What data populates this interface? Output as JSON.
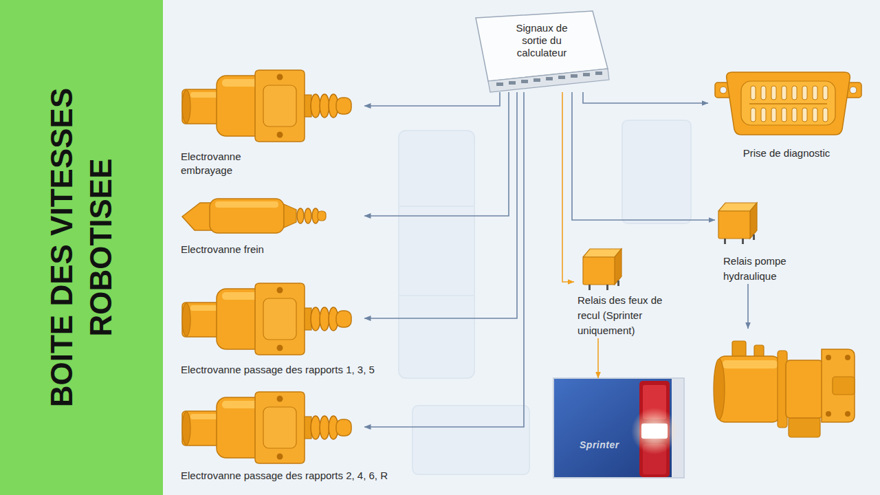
{
  "diagram": {
    "title": "BOITE DES VITESSES ROBOTISEE",
    "nodes": [
      {
        "text": [
          "Signaux de sortie du calculateur"
        ]
      },
      {
        "text": [
          "Electrovanne embrayage"
        ]
      },
      {
        "text": [
          "Prise de diagnostic"
        ]
      },
      {
        "text": [
          "Electrovanne frein"
        ]
      },
      {
        "text": [
          "Relais pompe hydraulique"
        ]
      },
      {
        "text": [
          "Relais des feux de recul (Sprinter uniquement)"
        ]
      },
      {
        "text": [
          "Electrovanne passage des rapports 1, 3, 5"
        ]
      },
      {
        "text": []
      },
      {
        "text": [
          "Sprinter"
        ]
      },
      {
        "text": [
          "Electrovanne passage des rapports 2, 4, 6, R"
        ]
      }
    ],
    "edges": [
      {
        "from": 0,
        "to": 1,
        "arrow": "to"
      },
      {
        "from": 0,
        "to": 2,
        "arrow": "to"
      },
      {
        "from": 0,
        "to": 3,
        "arrow": "to"
      },
      {
        "from": 0,
        "to": 4,
        "arrow": "to"
      },
      {
        "from": 0,
        "to": 5,
        "arrow": "to"
      },
      {
        "from": 0,
        "to": 6,
        "arrow": "to"
      },
      {
        "from": 4,
        "to": 7,
        "arrow": "to"
      },
      {
        "from": 5,
        "to": 8,
        "arrow": "to"
      },
      {
        "from": 0,
        "to": 9,
        "arrow": "to"
      }
    ]
  }
}
